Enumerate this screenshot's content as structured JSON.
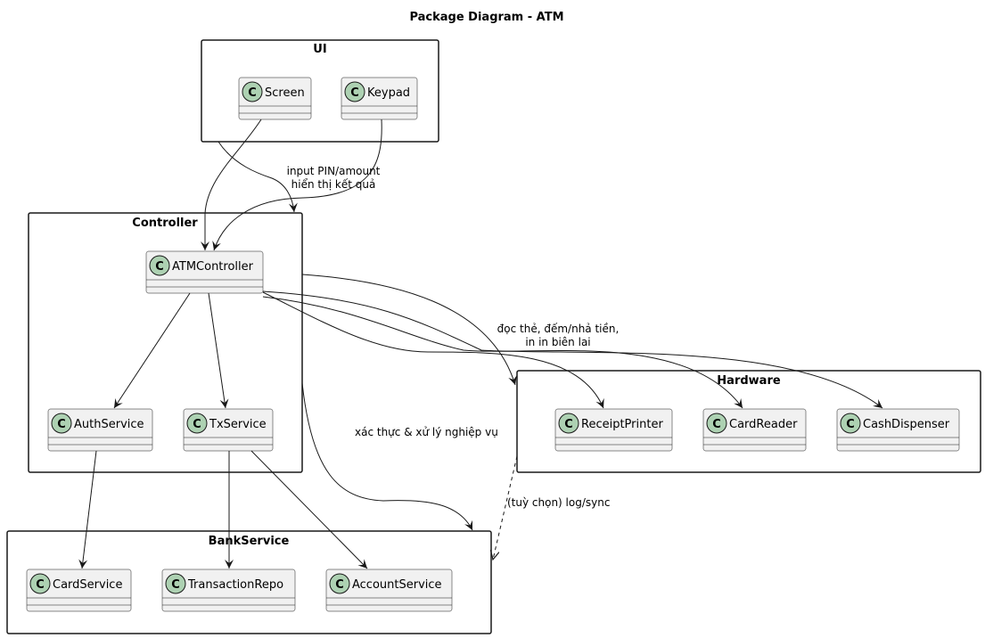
{
  "title": "Package Diagram - ATM",
  "colors": {
    "class_fill": "#f1f1f1",
    "class_icon": "#add1b2",
    "stroke": "#181818",
    "background": "#ffffff"
  },
  "class_icon_letter": "C",
  "packages": {
    "ui": "UI",
    "controller": "Controller",
    "hardware": "Hardware",
    "bank": "BankService"
  },
  "classes": {
    "screen": "Screen",
    "keypad": "Keypad",
    "atmcontroller": "ATMController",
    "authservice": "AuthService",
    "txservice": "TxService",
    "receiptprinter": "ReceiptPrinter",
    "cardreader": "CardReader",
    "cashdispenser": "CashDispenser",
    "cardservice": "CardService",
    "transactionrepo": "TransactionRepo",
    "accountservice": "AccountService"
  },
  "edge_labels": {
    "ui_to_controller_1": "input PIN/amount",
    "ui_to_controller_2": "hiển thị kết quả",
    "controller_to_hardware_1": "đọc thẻ, đếm/nhả tiền,",
    "controller_to_hardware_2": "in in biên lai",
    "controller_to_bank": "xác thực & xử lý nghiệp vụ",
    "hardware_to_bank": "(tuỳ chọn) log/sync"
  }
}
